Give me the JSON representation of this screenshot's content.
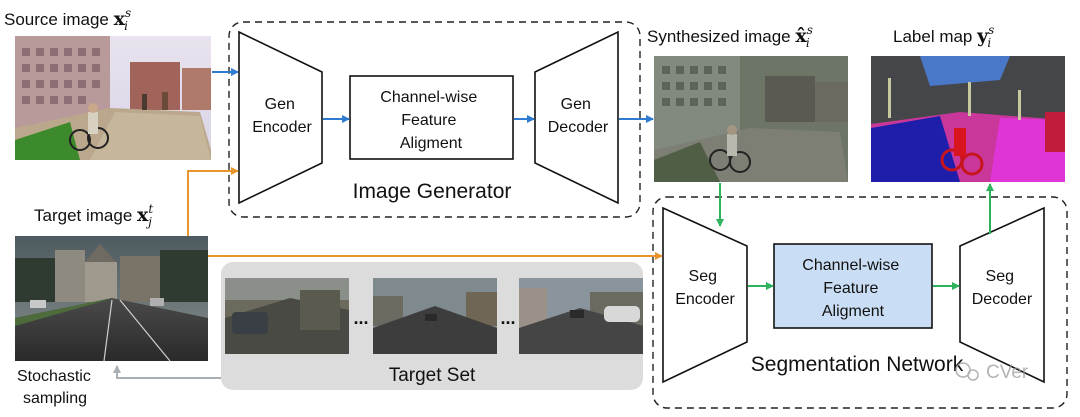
{
  "source": {
    "label": "Source image ",
    "math": "x",
    "sup": "s",
    "sub": "i"
  },
  "target": {
    "label": "Target image ",
    "math": "x",
    "sup": "t",
    "sub": "j"
  },
  "synth": {
    "label": "Synthesized image ",
    "math": "x̂",
    "sup": "s",
    "sub": "i"
  },
  "labelmap": {
    "label": "Label map ",
    "math": "y",
    "sup": "s",
    "sub": "i"
  },
  "generator": {
    "encoder": [
      "Gen",
      "Encoder"
    ],
    "cwfa": [
      "Channel-wise",
      "Feature",
      "Aligment"
    ],
    "decoder": [
      "Gen",
      "Decoder"
    ],
    "title": "Image Generator"
  },
  "segnet": {
    "encoder": [
      "Seg",
      "Encoder"
    ],
    "cwfa": [
      "Channel-wise",
      "Feature",
      "Aligment"
    ],
    "decoder": [
      "Seg",
      "Decoder"
    ],
    "title": "Segmentation Network"
  },
  "target_set": {
    "title": "Target Set",
    "ellipsis": "..."
  },
  "sampling": [
    "Stochastic",
    "sampling"
  ],
  "watermark": "CVer",
  "colors": {
    "blue_arrow": "#2e7bd1",
    "orange_arrow": "#e8952e",
    "green_arrow": "#2db35d",
    "gray_arrow": "#a9b0b5",
    "seg_cwfa_fill": "#c9ddf4",
    "target_set_bg": "#dcdcdc"
  }
}
